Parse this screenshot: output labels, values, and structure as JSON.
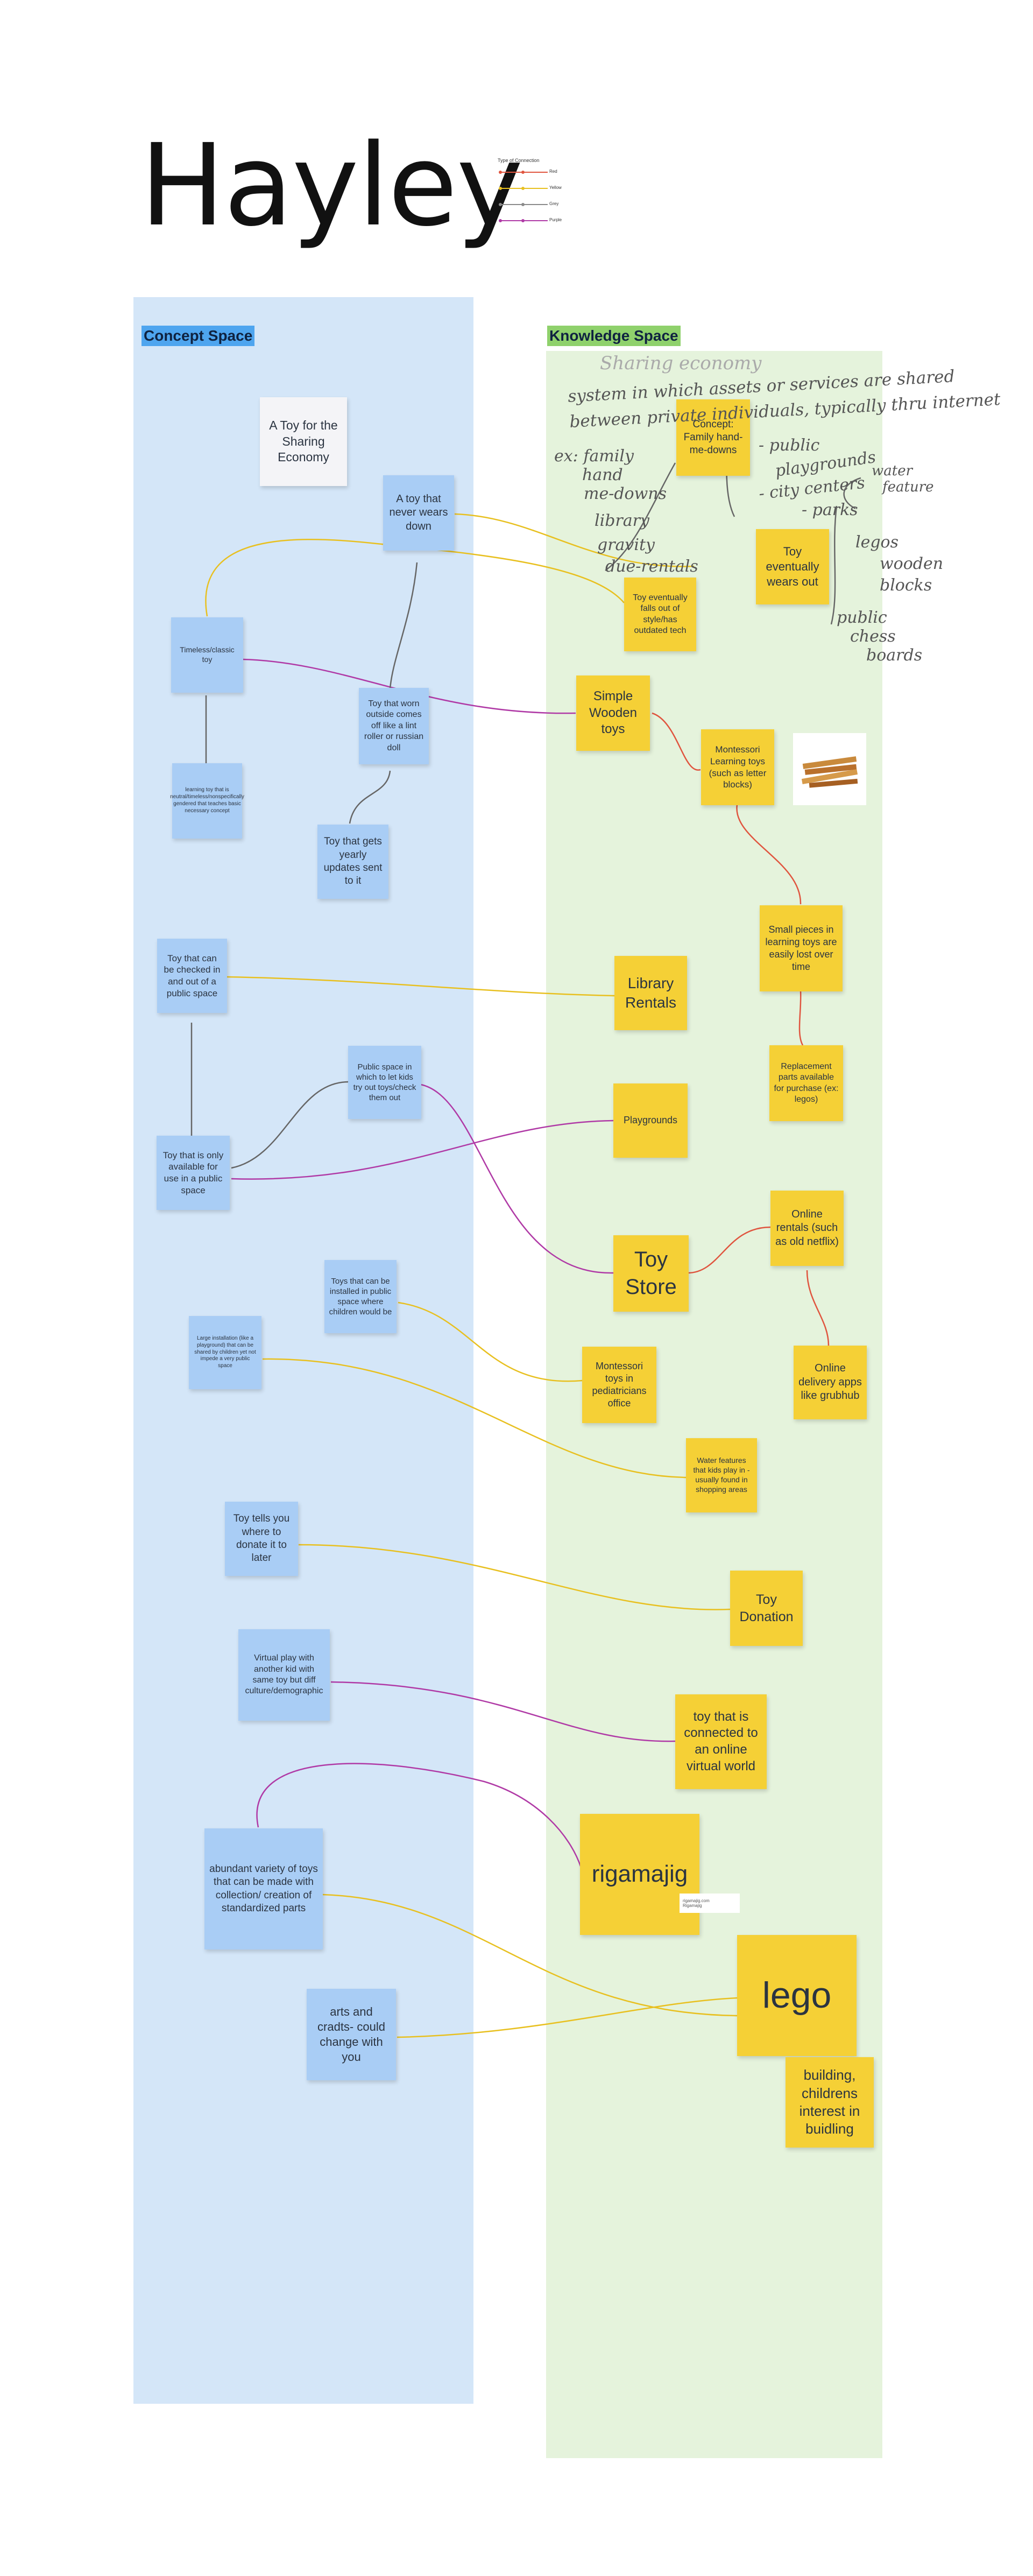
{
  "board": {
    "title": "Hayley",
    "legend": {
      "title": "Type of Connection",
      "rows": [
        {
          "label": "Purple",
          "color": "#b03aa6"
        },
        {
          "label": "Yellow",
          "color": "#e8c020"
        },
        {
          "label": "Grey",
          "color": "#8a8a8a"
        },
        {
          "label": "Red",
          "color": "#e0553f"
        }
      ]
    }
  },
  "concept_space": {
    "label": "Concept Space",
    "notes": {
      "toy_sharing_economy": "A Toy for the Sharing Economy",
      "never_wears_down": "A toy that never wears down",
      "timeless_classic": "Timeless/classic toy",
      "worn_outside": "Toy that worn outside comes off like a lint roller or russian doll",
      "learning_toy_neutral": "learning toy that is neutral/timeless/nonspecifically gendered that teaches basic necessary concept",
      "yearly_updates": "Toy that gets yearly updates sent to it",
      "checked_in_out": "Toy that can be checked in and out of a public space",
      "public_space_try": "Public space in which to let kids try out toys/check them out",
      "only_public_space": "Toy that is only available for use in a public space",
      "installed_public": "Toys that can be installed in public space where children would be",
      "large_installation": "Large installation (like a playground) that can be shared by children yet not impede a very public space",
      "donate_later": "Toy tells you where to donate it to later",
      "virtual_play": "Virtual play with another kid with same toy but diff culture/demographic",
      "abundant_variety": "abundant variety of toys that can be made with collection/ creation of standardized parts",
      "arts_crafts": "arts and cradts- could change with you"
    }
  },
  "knowledge_space": {
    "label": "Knowledge Space",
    "notes": {
      "family_hand_me_downs": "Concept: Family hand-me-downs",
      "eventually_wears_out": "Toy eventually wears out",
      "falls_out_of_style": "Toy eventually falls out of style/has outdated tech",
      "simple_wooden": "Simple Wooden toys",
      "montessori_letters": "Montessori Learning toys (such as letter blocks)",
      "small_pieces_lost": "Small pieces in learning toys are easily lost over time",
      "library_rentals": "Library Rentals",
      "replacement_parts": "Replacement parts available for purchase (ex: legos)",
      "playgrounds": "Playgrounds",
      "online_rentals": "Online rentals (such as old netflix)",
      "toy_store": "Toy Store",
      "montessori_pediatrician": "Montessori toys in pediatricians office",
      "online_delivery": "Online delivery apps like grubhub",
      "water_features": "Water features that kids play in - usually found in shopping areas",
      "toy_donation": "Toy Donation",
      "connected_virtual": "toy that is connected to an online virtual world",
      "rigamajig": "rigamajig",
      "lego": "lego",
      "building_interest": "building, childrens interest in buidling"
    },
    "rigamajig_tag": {
      "line1": "rigamajig.com",
      "line2": "Rigamajig"
    },
    "handwriting": {
      "heading": "Sharing economy",
      "line1": "system in which assets or services are shared",
      "line2": "between private individuals, typically thru internet",
      "ex_family": "ex: family",
      "ex_hand": "hand",
      "ex_medowns": "me-downs",
      "library": "library",
      "gravity": "gravity",
      "dueRentals": "due-rentals",
      "public": "- public",
      "playgrounds": "playgrounds",
      "city_centers": "- city centers",
      "parks": "- parks",
      "water": "water",
      "feature": "feature",
      "lego_kids": "legos",
      "wooden": "wooden",
      "blocks": "blocks",
      "public2": "public",
      "chess": "chess",
      "boards": "boards"
    }
  }
}
